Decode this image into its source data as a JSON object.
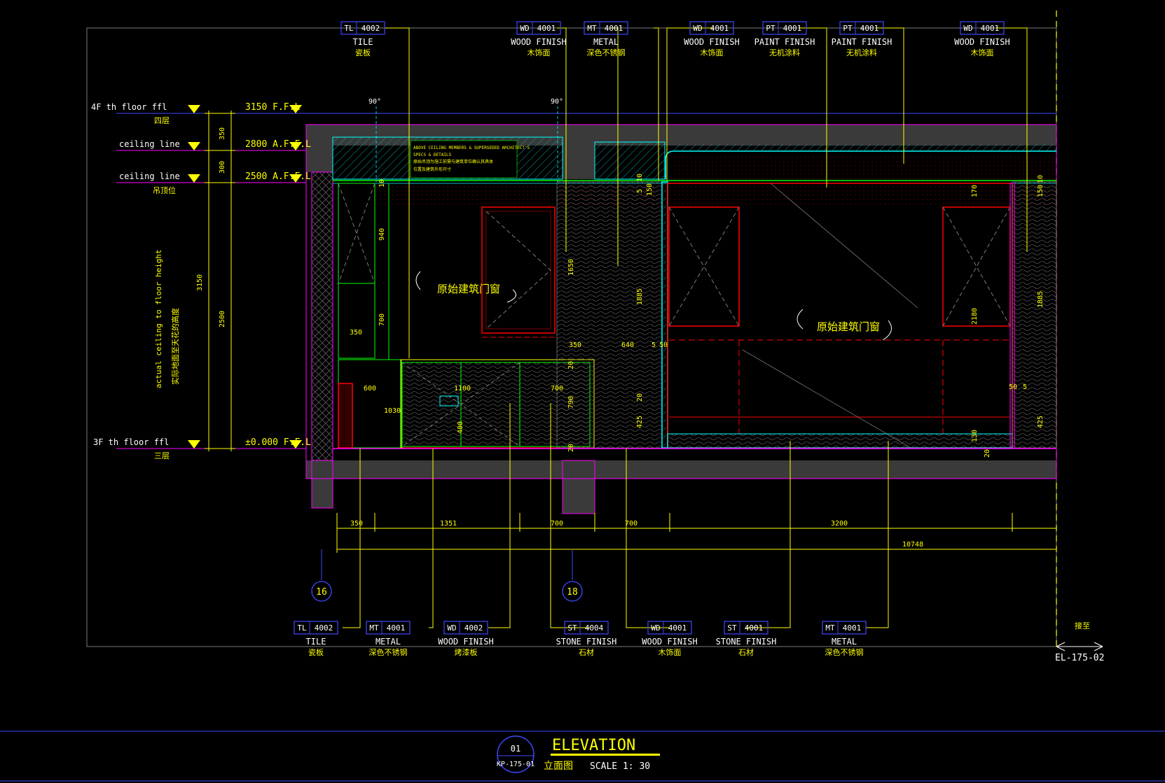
{
  "colors": {
    "background": "#000000",
    "yellow": "#ffff00",
    "cyan": "#00ffff",
    "magenta": "#ff00ff",
    "red": "#ff0000",
    "green": "#00ff00",
    "blue": "#3f48ff",
    "grey": "#3a3a3a"
  },
  "tags_top": [
    {
      "code": "TL",
      "num": "4002",
      "en": "TILE",
      "cn": "瓷板"
    },
    {
      "code": "WD",
      "num": "4001",
      "en": "WOOD FINISH",
      "cn": "木饰面"
    },
    {
      "code": "MT",
      "num": "4001",
      "en": "METAL",
      "cn": "深色不锈钢"
    },
    {
      "code": "WD",
      "num": "4001",
      "en": "WOOD FINISH",
      "cn": "木饰面"
    },
    {
      "code": "PT",
      "num": "4001",
      "en": "PAINT FINISH",
      "cn": "无机涂料"
    },
    {
      "code": "PT",
      "num": "4001",
      "en": "PAINT FINISH",
      "cn": "无机涂料"
    },
    {
      "code": "WD",
      "num": "4001",
      "en": "WOOD FINISH",
      "cn": "木饰面"
    }
  ],
  "tags_bottom": [
    {
      "code": "TL",
      "num": "4002",
      "en": "TILE",
      "cn": "瓷板"
    },
    {
      "code": "MT",
      "num": "4001",
      "en": "METAL",
      "cn": "深色不锈钢"
    },
    {
      "code": "WD",
      "num": "4002",
      "en": "WOOD FINISH",
      "cn": "烤漆板"
    },
    {
      "code": "ST",
      "num": "4004",
      "en": "STONE FINISH",
      "cn": "石材"
    },
    {
      "code": "WD",
      "num": "4001",
      "en": "WOOD FINISH",
      "cn": "木饰面"
    },
    {
      "code": "ST",
      "num": "4001",
      "en": "STONE FINISH",
      "cn": "石材"
    },
    {
      "code": "MT",
      "num": "4001",
      "en": "METAL",
      "cn": "深色不锈钢"
    }
  ],
  "levels_left": {
    "floor4": "4F th floor ffl",
    "floor4_cn": "四层",
    "ceiling1": "ceiling line",
    "ceiling2": "ceiling line",
    "ceiling2_cn": "吊顶位",
    "floor3": "3F th floor ffl",
    "floor3_cn": "三层"
  },
  "level_marks": {
    "l3150": "3150 F.F.L",
    "l2800": "2800 A.F.F.L",
    "l2500": "2500 A.F.F.L",
    "l0": "±0.000 F.F.L"
  },
  "vertical_dims": {
    "d350": "350",
    "d300": "300",
    "d2500": "2500",
    "d3150": "3150",
    "note_en": "actual ceiling to floor height",
    "note_cn": "实际地面至天花的高度"
  },
  "inner_dims": {
    "d10a": "10",
    "d940": "940",
    "d700": "700",
    "d350s": "350",
    "d600": "600",
    "d1100": "1100",
    "d700c": "700",
    "d1030": "1030",
    "d400": "400",
    "d1650": "1650",
    "d350w": "350",
    "d640": "640",
    "d5a": "5",
    "d50a": "50",
    "d10b": "10",
    "d5b": "5",
    "d150a": "150",
    "d1885a": "1885",
    "d20a": "20",
    "d790": "790",
    "d20b": "20",
    "d425a": "425",
    "d20c": "20",
    "d170": "170",
    "d2180": "2180",
    "d130": "130",
    "d20d": "20",
    "d10c": "10",
    "d150b": "150",
    "d1885b": "1885",
    "d50b": "50",
    "d5c": "5",
    "d425b": "425"
  },
  "bottom_dims": {
    "d350": "350",
    "d1351": "1351",
    "d700a": "700",
    "d700b": "700",
    "d3200": "3200",
    "total": "10748"
  },
  "window_label_1": "原始建筑门窗",
  "window_label_2": "原始建筑门窗",
  "angle_1": "90°",
  "angle_2": "90°",
  "ceiling_note": [
    "ABOVE CEILING MEMBERS & SUPERSEDED ARCHITECT'S",
    "SPECS & DETAILS",
    "原始吊顶为施工前需与建筑单位确认其具体",
    "位置及建筑外形尺寸"
  ],
  "grid_bubbles": {
    "a": "16",
    "b": "18"
  },
  "continue_note": "接至",
  "continue_ref": "EL-175-02",
  "title": {
    "number": "01",
    "sheet": "KP-175-01",
    "name": "ELEVATION",
    "name_cn": "立面图",
    "scale": "SCALE 1:  30"
  }
}
